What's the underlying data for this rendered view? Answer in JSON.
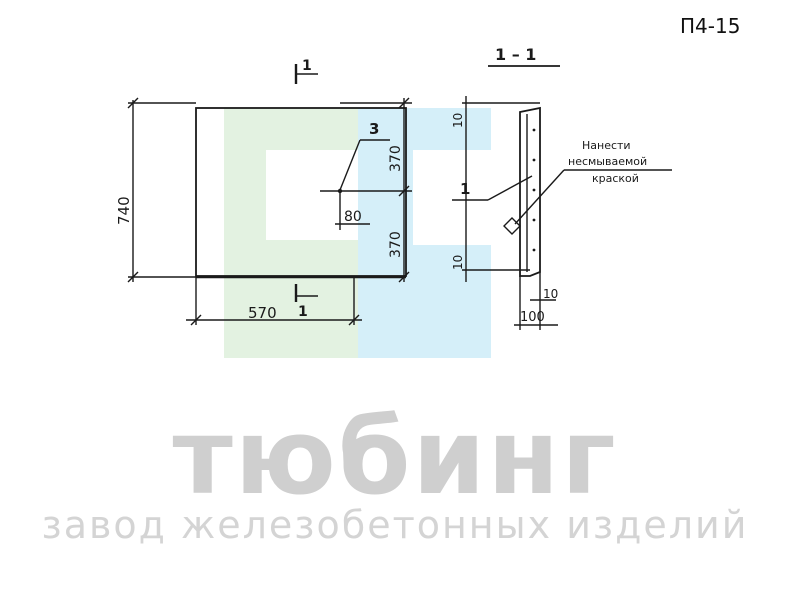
{
  "sheet": {
    "code": "П4-15"
  },
  "drawing": {
    "section_mark": "1",
    "section_title": "1 – 1",
    "dim_height": "740",
    "dim_upper_half": "370",
    "dim_lower_half": "370",
    "dim_width": "570",
    "dim_offset": "80",
    "item_plate": "3",
    "item_sheet": "1",
    "side_dim_top": "10",
    "side_dim_bottom": "10",
    "thickness_outer": "100",
    "thickness_inner": "10",
    "note_line1": "Нанести",
    "note_line2": "несмываемой",
    "note_line3": "краской"
  },
  "logo": {
    "name": "тюбинг",
    "tagline": "завод железобетонных изделий",
    "color_green": "#e3f2e1",
    "color_blue": "#d5eff9"
  }
}
